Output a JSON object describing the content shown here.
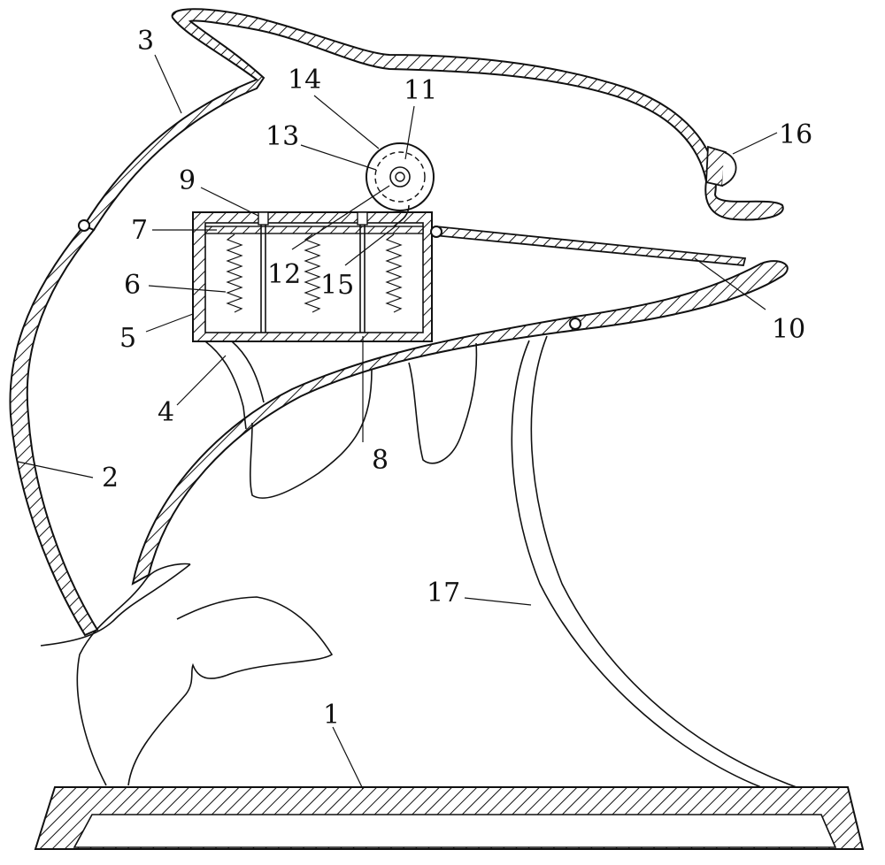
{
  "figure": {
    "labels": {
      "l1": "1",
      "l2": "2",
      "l3": "3",
      "l4": "4",
      "l5": "5",
      "l6": "6",
      "l7": "7",
      "l8": "8",
      "l9": "9",
      "l10": "10",
      "l11": "11",
      "l12": "12",
      "l13": "13",
      "l14": "14",
      "l15": "15",
      "l16": "16",
      "l17": "17"
    }
  }
}
